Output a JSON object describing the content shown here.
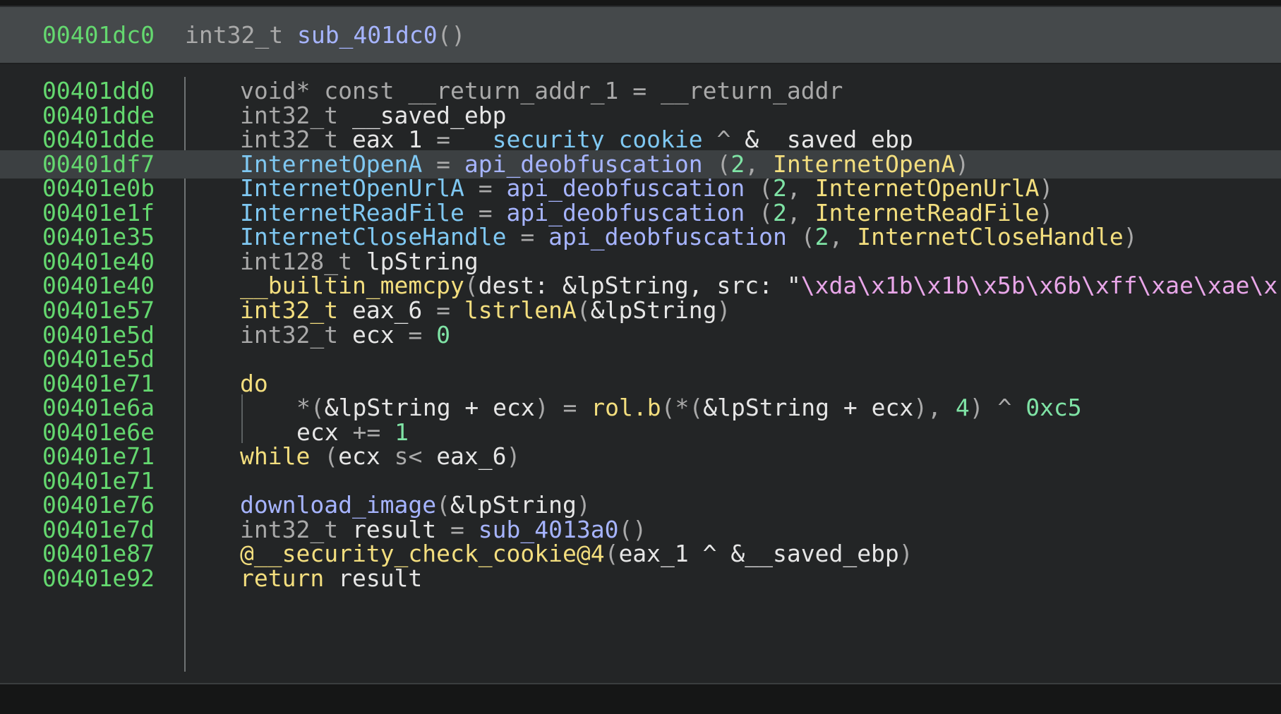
{
  "colors": {
    "address": "#64d86f",
    "type": "#a9a9a9",
    "function": "#a6b4ff",
    "identifier": "#7fc8f2",
    "import": "#f3de7e",
    "number": "#7fe3a5",
    "string": "#e8a6e8",
    "text": "#e6e6e6",
    "header_bg": "#45494b",
    "code_bg": "#232526",
    "highlight_bg": "#3c4042"
  },
  "header": {
    "address": "00401dc0",
    "return_type": "int32_t",
    "function_name": "sub_401dc0",
    "parens": "()"
  },
  "lines": [
    {
      "address": "00401dd0",
      "tokens": [
        {
          "t": "void* const __return_addr_1 = __return_addr",
          "c": "c-dim"
        }
      ]
    },
    {
      "address": "00401dde",
      "tokens": [
        {
          "t": "int32_t ",
          "c": "c-type"
        },
        {
          "t": "__saved_ebp",
          "c": "c-plain"
        }
      ]
    },
    {
      "address": "00401dde",
      "tokens": [
        {
          "t": "int32_t ",
          "c": "c-type"
        },
        {
          "t": "eax_1",
          "c": "c-plain"
        },
        {
          "t": " = ",
          "c": "c-dim"
        },
        {
          "t": "__security_cookie",
          "c": "c-ident"
        },
        {
          "t": " ^ ",
          "c": "c-dim"
        },
        {
          "t": "&__saved_ebp",
          "c": "c-plain"
        }
      ]
    },
    {
      "address": "00401df7",
      "highlight": true,
      "tokens": [
        {
          "t": "InternetOpenA",
          "c": "c-ident"
        },
        {
          "t": " = ",
          "c": "c-dim"
        },
        {
          "t": "api_deobfuscation",
          "c": "c-fn"
        },
        {
          "t": " (",
          "c": "c-dim"
        },
        {
          "t": "2",
          "c": "c-num"
        },
        {
          "t": ", ",
          "c": "c-dim"
        },
        {
          "t": "InternetOpenA",
          "c": "c-yellow"
        },
        {
          "t": ")",
          "c": "c-dim"
        }
      ]
    },
    {
      "address": "00401e0b",
      "tokens": [
        {
          "t": "InternetOpenUrlA",
          "c": "c-ident"
        },
        {
          "t": " = ",
          "c": "c-dim"
        },
        {
          "t": "api_deobfuscation",
          "c": "c-fn"
        },
        {
          "t": " (",
          "c": "c-dim"
        },
        {
          "t": "2",
          "c": "c-num"
        },
        {
          "t": ", ",
          "c": "c-dim"
        },
        {
          "t": "InternetOpenUrlA",
          "c": "c-yellow"
        },
        {
          "t": ")",
          "c": "c-dim"
        }
      ]
    },
    {
      "address": "00401e1f",
      "tokens": [
        {
          "t": "InternetReadFile",
          "c": "c-ident"
        },
        {
          "t": " = ",
          "c": "c-dim"
        },
        {
          "t": "api_deobfuscation",
          "c": "c-fn"
        },
        {
          "t": " (",
          "c": "c-dim"
        },
        {
          "t": "2",
          "c": "c-num"
        },
        {
          "t": ", ",
          "c": "c-dim"
        },
        {
          "t": "InternetReadFile",
          "c": "c-yellow"
        },
        {
          "t": ")",
          "c": "c-dim"
        }
      ]
    },
    {
      "address": "00401e35",
      "tokens": [
        {
          "t": "InternetCloseHandle",
          "c": "c-ident"
        },
        {
          "t": " = ",
          "c": "c-dim"
        },
        {
          "t": "api_deobfuscation",
          "c": "c-fn"
        },
        {
          "t": " (",
          "c": "c-dim"
        },
        {
          "t": "2",
          "c": "c-num"
        },
        {
          "t": ", ",
          "c": "c-dim"
        },
        {
          "t": "InternetCloseHandle",
          "c": "c-yellow"
        },
        {
          "t": ")",
          "c": "c-dim"
        }
      ]
    },
    {
      "address": "00401e40",
      "tokens": [
        {
          "t": "int128_t ",
          "c": "c-type"
        },
        {
          "t": "lpString",
          "c": "c-plain"
        }
      ]
    },
    {
      "address": "00401e40",
      "tokens": [
        {
          "t": "__builtin_memcpy",
          "c": "c-yellow"
        },
        {
          "t": "(",
          "c": "c-dim"
        },
        {
          "t": "dest: &lpString, src: ",
          "c": "c-plain"
        },
        {
          "t": "\"",
          "c": "c-plain"
        },
        {
          "t": "\\xda\\x1b\\x1b\\x5b\\x6b\\xff\\xae\\xae\\x",
          "c": "c-str"
        }
      ]
    },
    {
      "address": "00401e57",
      "tokens": [
        {
          "t": "int32_t ",
          "c": "c-yellow"
        },
        {
          "t": "eax_6",
          "c": "c-plain"
        },
        {
          "t": " = ",
          "c": "c-dim"
        },
        {
          "t": "lstrlenA",
          "c": "c-yellow"
        },
        {
          "t": "(",
          "c": "c-dim"
        },
        {
          "t": "&lpString",
          "c": "c-plain"
        },
        {
          "t": ")",
          "c": "c-dim"
        }
      ]
    },
    {
      "address": "00401e5d",
      "tokens": [
        {
          "t": "int32_t ",
          "c": "c-type"
        },
        {
          "t": "ecx",
          "c": "c-plain"
        },
        {
          "t": " = ",
          "c": "c-dim"
        },
        {
          "t": "0",
          "c": "c-num"
        }
      ]
    },
    {
      "address": "00401e5d",
      "tokens": []
    },
    {
      "address": "00401e71",
      "tokens": [
        {
          "t": "do",
          "c": "c-kw"
        }
      ]
    },
    {
      "address": "00401e6a",
      "indent": true,
      "tokens": [
        {
          "t": "*(",
          "c": "c-dim"
        },
        {
          "t": "&lpString + ecx",
          "c": "c-plain"
        },
        {
          "t": ") = ",
          "c": "c-dim"
        },
        {
          "t": "rol.b",
          "c": "c-yellow"
        },
        {
          "t": "(",
          "c": "c-dim"
        },
        {
          "t": "*(",
          "c": "c-dim"
        },
        {
          "t": "&lpString + ecx",
          "c": "c-plain"
        },
        {
          "t": "), ",
          "c": "c-dim"
        },
        {
          "t": "4",
          "c": "c-num"
        },
        {
          "t": ") ^ ",
          "c": "c-dim"
        },
        {
          "t": "0xc5",
          "c": "c-num"
        }
      ]
    },
    {
      "address": "00401e6e",
      "indent": true,
      "tokens": [
        {
          "t": "ecx",
          "c": "c-plain"
        },
        {
          "t": " += ",
          "c": "c-dim"
        },
        {
          "t": "1",
          "c": "c-num"
        }
      ]
    },
    {
      "address": "00401e71",
      "tokens": [
        {
          "t": "while",
          "c": "c-kw"
        },
        {
          "t": " (",
          "c": "c-dim"
        },
        {
          "t": "ecx",
          "c": "c-plain"
        },
        {
          "t": " s< ",
          "c": "c-dim"
        },
        {
          "t": "eax_6",
          "c": "c-plain"
        },
        {
          "t": ")",
          "c": "c-dim"
        }
      ]
    },
    {
      "address": "00401e71",
      "tokens": []
    },
    {
      "address": "00401e76",
      "tokens": [
        {
          "t": "download_image",
          "c": "c-fn"
        },
        {
          "t": "(",
          "c": "c-dim"
        },
        {
          "t": "&lpString",
          "c": "c-plain"
        },
        {
          "t": ")",
          "c": "c-dim"
        }
      ]
    },
    {
      "address": "00401e7d",
      "tokens": [
        {
          "t": "int32_t ",
          "c": "c-type"
        },
        {
          "t": "result",
          "c": "c-plain"
        },
        {
          "t": " = ",
          "c": "c-dim"
        },
        {
          "t": "sub_4013a0",
          "c": "c-fn"
        },
        {
          "t": "()",
          "c": "c-dim"
        }
      ]
    },
    {
      "address": "00401e87",
      "tokens": [
        {
          "t": "@__security_check_cookie@4",
          "c": "c-yellow"
        },
        {
          "t": "(",
          "c": "c-dim"
        },
        {
          "t": "eax_1 ^ &__saved_ebp",
          "c": "c-plain"
        },
        {
          "t": ")",
          "c": "c-dim"
        }
      ]
    },
    {
      "address": "00401e92",
      "tokens": [
        {
          "t": "return",
          "c": "c-kw"
        },
        {
          "t": " result",
          "c": "c-plain"
        }
      ]
    }
  ]
}
